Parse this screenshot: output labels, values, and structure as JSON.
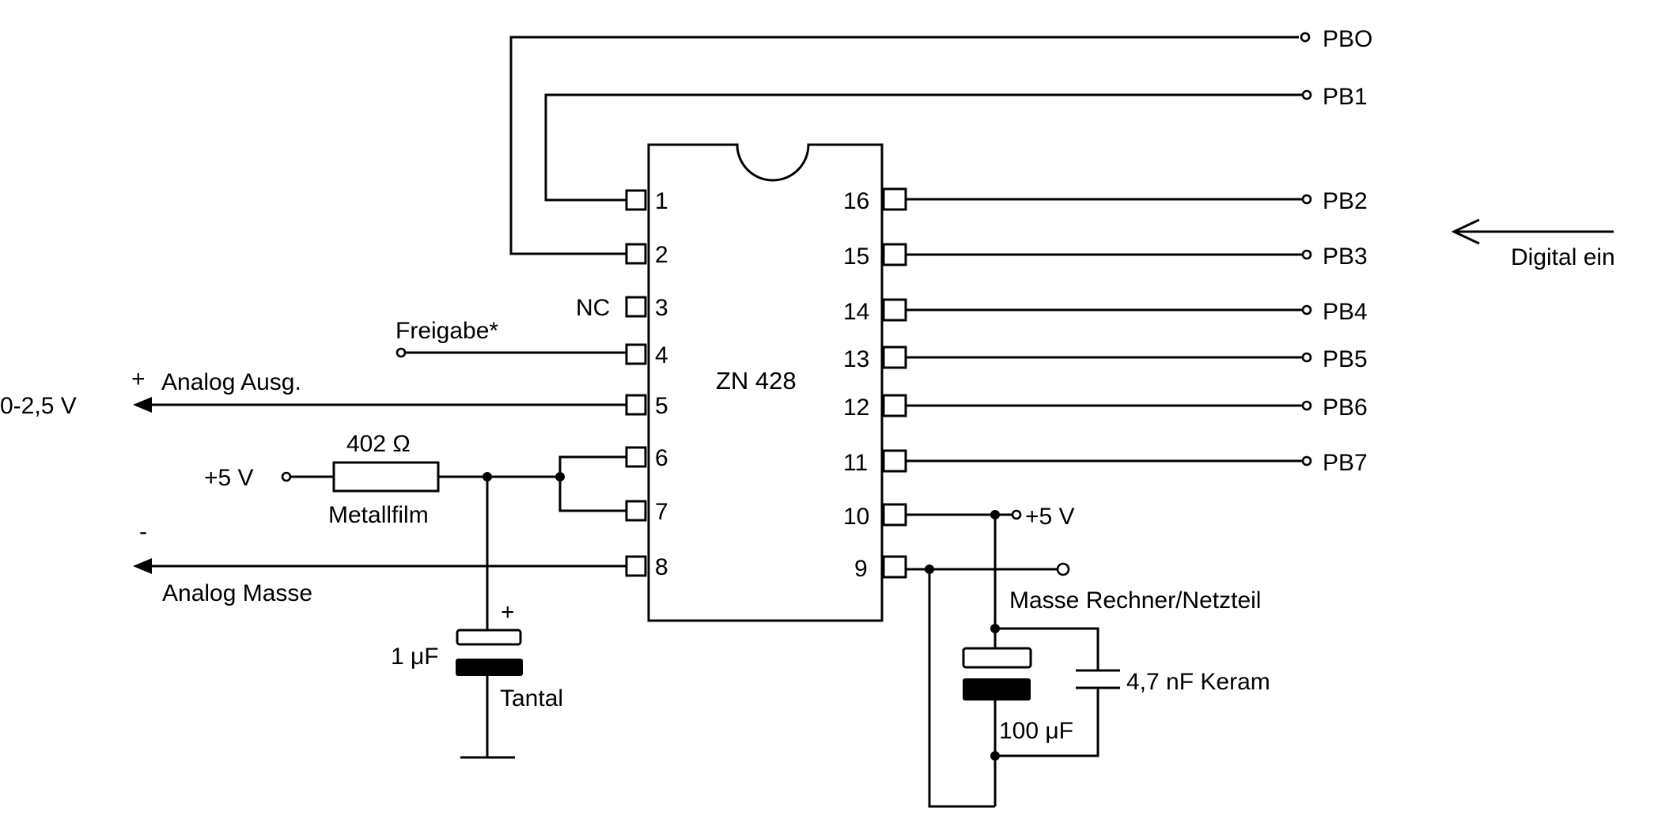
{
  "chip": {
    "name": "ZN 428"
  },
  "left_pins": [
    "1",
    "2",
    "3",
    "4",
    "5",
    "6",
    "7",
    "8"
  ],
  "right_pins": [
    "16",
    "15",
    "14",
    "13",
    "12",
    "11",
    "10",
    "9"
  ],
  "ports": [
    "PBO",
    "PB1",
    "PB2",
    "PB3",
    "PB4",
    "PB5",
    "PB6",
    "PB7"
  ],
  "labels": {
    "nc": "NC",
    "freigabe": "Freigabe*",
    "analog_out_plus": "+",
    "analog_out": "Analog Ausg.",
    "out_range": "0-2,5 V",
    "supply_left": "+5 V",
    "resistor_value": "402 Ω",
    "resistor_type": "Metallfilm",
    "minus": "-",
    "analog_ground": "Analog Masse",
    "cap_plus": "+",
    "cap1_value": "1 μF",
    "cap1_type": "Tantal",
    "supply_right": "+5 V",
    "masse": "Masse Rechner/Netzteil",
    "cap_ceramic": "4,7 nF Keram",
    "cap2_value": "100 μF",
    "digital_in": "Digital ein"
  }
}
